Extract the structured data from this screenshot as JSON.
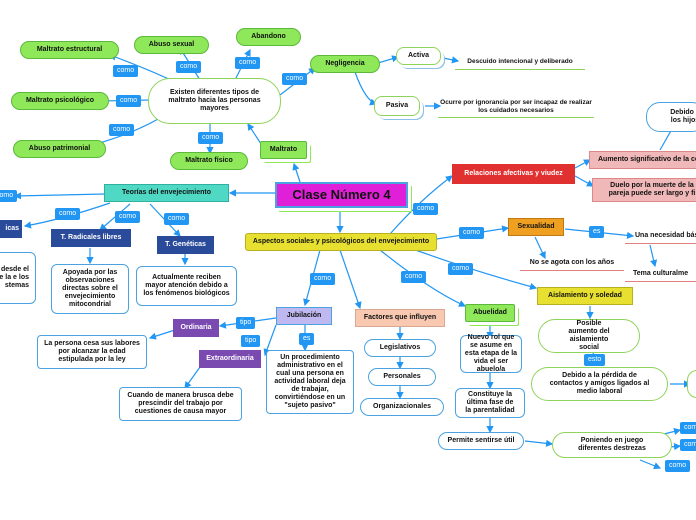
{
  "title": "Clase Número 4",
  "nodes": {
    "maltrato": "Maltrato",
    "existen": "Existen diferentes tipos de maltrato hacia las personas mayores",
    "maltrato_estructural": "Maltrato estructural",
    "abuso_sexual": "Abuso sexual",
    "abandono": "Abandono",
    "negligencia": "Negligencia",
    "activa": "Activa",
    "desc_activa": "Descuido intencional y deliberado",
    "pasiva": "Pasiva",
    "desc_pasiva": "Ocurre por ignorancia por ser incapaz de realizar los cuidados necesarios",
    "maltrato_psicologico": "Maltrato psicológico",
    "abuso_patrimonial": "Abuso patrimonial",
    "maltrato_fisico": "Maltrato físico",
    "teorias": "Teorías del envejecimiento",
    "t_radicales": "T. Radicales libres",
    "t_geneticas": "T. Genéticas",
    "t_left": "icas",
    "radicales_desc": "Apoyada por las observaciones directas sobre el envejecimiento mitocondrial",
    "geneticas_desc": "Actualmente reciben mayor atención debido a los fenómenos biológicos",
    "left_desc": "del desde el de la e los stemas",
    "aspectos": "Aspectos sociales y psicológicos del envejecimiento",
    "relaciones": "Relaciones afectivas y viudez",
    "aumento": "Aumento significativo de la co",
    "duelo": "Duelo por la muerte de la pareja puede ser largo y fi",
    "debido_hijos": "Debido a los hijos",
    "sexualidad": "Sexualidad",
    "necesidad": "Una necesidad bás",
    "no_agota": "No se agota con los años",
    "tema": "Tema culturalme",
    "aislamiento": "Aislamiento y soledad",
    "posible": "Posible aumento del aislamiento social",
    "debido_perdida": "Debido a la pérdida de contactos y amigos ligados al medio laboral",
    "abuelidad": "Abuelidad",
    "nuevo_rol": "Nuevo rol que se asume en esta etapa de la vida el ser abuelo/a",
    "constituye": "Constituye la última fase de la parentalidad",
    "permite": "Permite sentirse útil",
    "poniendo": "Poniendo en juego diferentes destrezas",
    "factores": "Factores que influyen",
    "legislativos": "Legislativos",
    "personales": "Personales",
    "organizacionales": "Organizacionales",
    "jubilacion": "Jubilación",
    "ordinaria": "Ordinaria",
    "extraordinaria": "Extraordinaria",
    "ordinaria_desc": "La persona cesa sus labores por alcanzar la edad estipulada por la ley",
    "extra_desc": "Cuando de manera brusca debe prescindir del trabajo por cuestiones de causa mayor",
    "jubilacion_desc": "Un procedimiento administrativo en el cual una persona en actividad laboral deja de trabajar, convirtiéndose en un \"sujeto pasivo\""
  },
  "labels": {
    "como": "como",
    "tipo": "tipo",
    "es": "es",
    "esto": "esto",
    "com": "com"
  },
  "colors": {
    "green": "#8ee85a",
    "teal": "#4fd8c4",
    "magenta": "#e020d8",
    "yellow": "#e8e030",
    "red": "#e03030",
    "orange": "#f0a020",
    "pink": "#f0b8b8",
    "navy": "#2a4a9a",
    "purple": "#7a4ab0",
    "peach": "#f8c8b0",
    "link": "#2196f3"
  }
}
